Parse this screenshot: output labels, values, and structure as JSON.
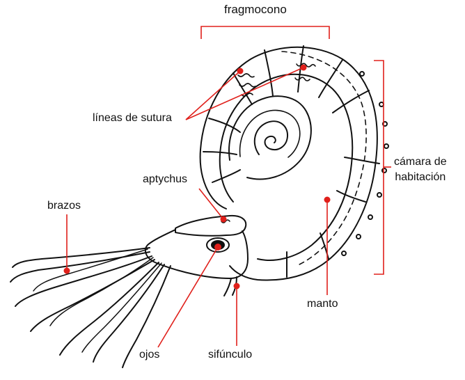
{
  "labels": {
    "fragmocono": "fragmocono",
    "lineas_sutura": "líneas de sutura",
    "aptychus": "aptychus",
    "brazos": "brazos",
    "camara_line1": "cámara de",
    "camara_line2": "habitación",
    "manto": "manto",
    "ojos": "ojos",
    "sifunculo": "sifúnculo"
  },
  "colors": {
    "accent": "#e0201b",
    "ink": "#111111"
  }
}
